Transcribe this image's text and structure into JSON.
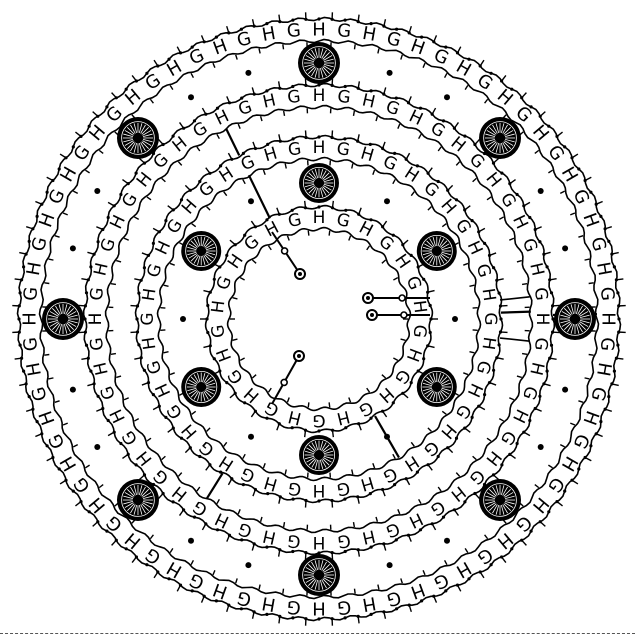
{
  "maze": {
    "ring_glyphs": [
      "H",
      "G"
    ],
    "colors": {
      "ink": "#000000",
      "background": "#ffffff"
    },
    "rings": [
      {
        "name": "inner"
      },
      {
        "name": "middle"
      },
      {
        "name": "outer-inner"
      },
      {
        "name": "outer"
      }
    ],
    "medallions_icon": "sunburst-medallion-icon",
    "keys_icon": "key-icon"
  }
}
